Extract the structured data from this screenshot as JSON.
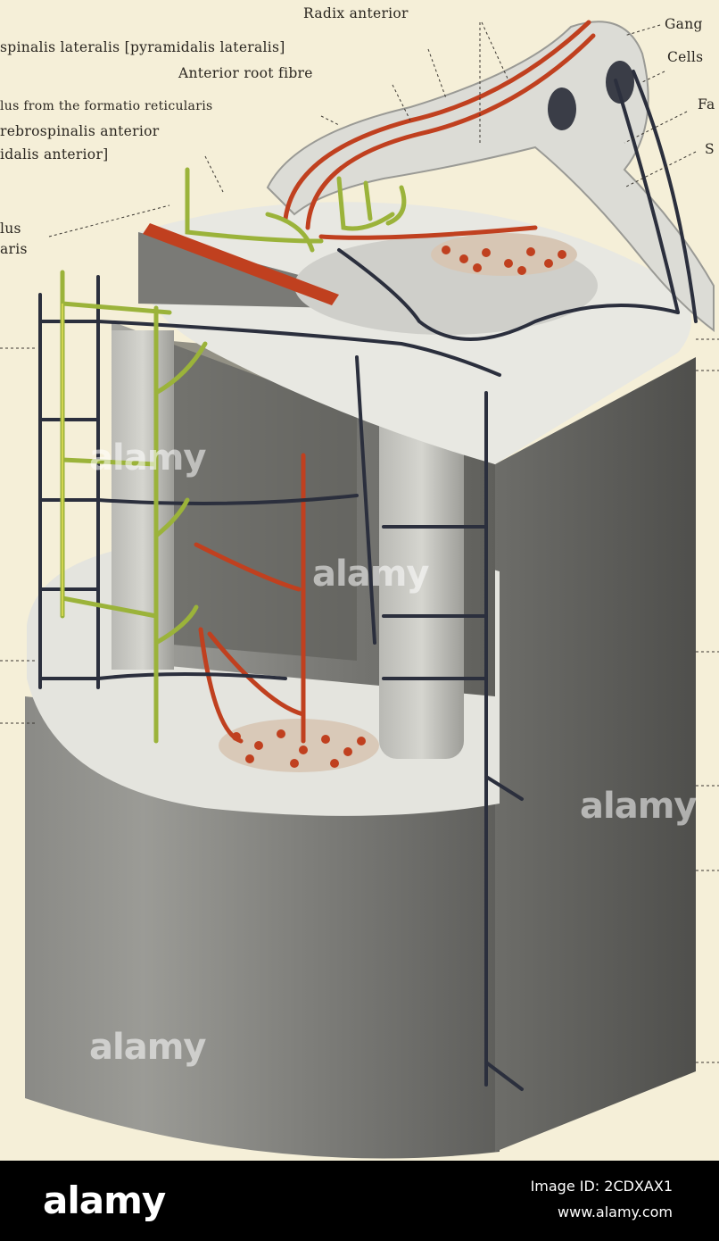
{
  "labels": {
    "radix_anterior": "Radix anterior",
    "gang": "Gang",
    "lateral_tract": "spinalis lateralis [pyramidalis lateralis]",
    "cells": "Cells",
    "anterior_root_fibre": "Anterior root fibre",
    "fa": "Fa",
    "formatio": "lus from the formatio reticularis",
    "s": "S",
    "cerebrospinalis_anterior": "rebrospinalis anterior",
    "pyramidalis_anterior": "idalis anterior]",
    "lus": "lus",
    "aris": "aris"
  },
  "watermark": {
    "brand": "alamy"
  },
  "footer": {
    "logo": "alamy",
    "image_id": "Image ID: 2CDXAX1",
    "site": "www.alamy.com"
  },
  "colors": {
    "background": "#f5efd8",
    "nerve_red": "#c0401f",
    "nerve_dark": "#2b2f3d",
    "nerve_yellow_green": "#9bb33a",
    "footer_bg": "#000000"
  }
}
